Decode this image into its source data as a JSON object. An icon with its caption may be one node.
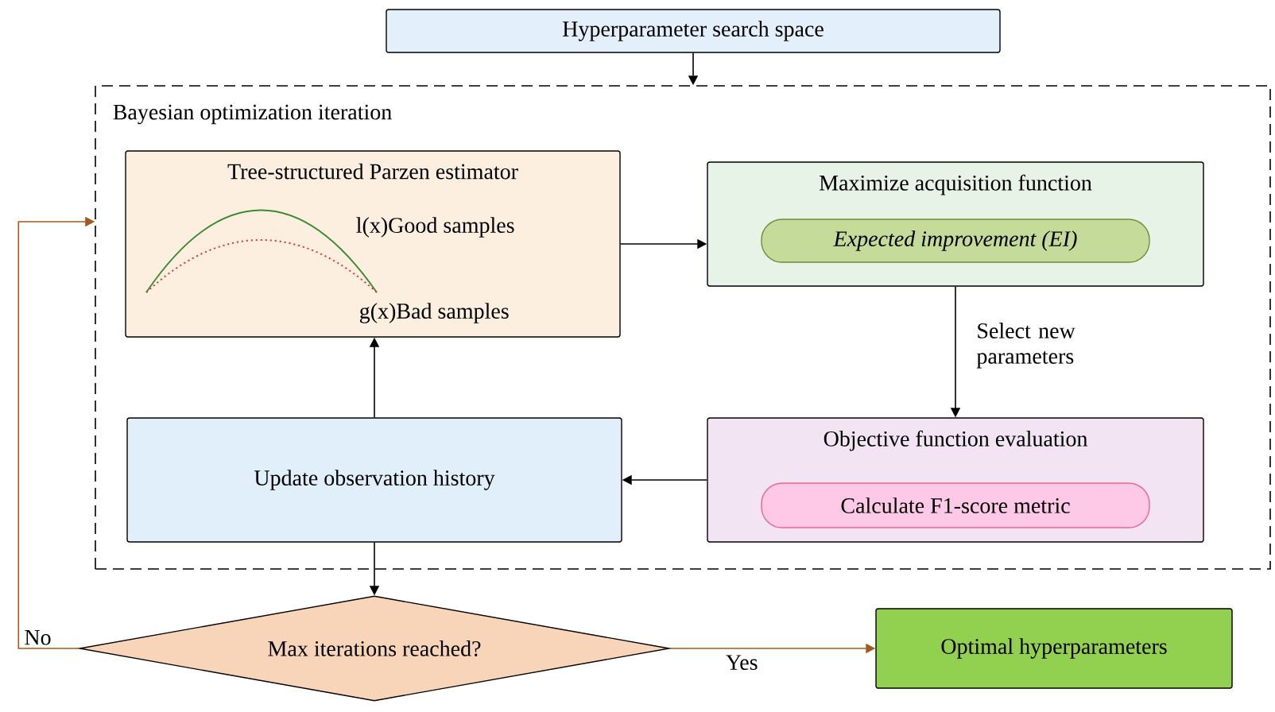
{
  "diagram": {
    "nodes": [
      {
        "text": [
          "Hyperparameter search space"
        ]
      },
      {
        "text": [
          "Bayesian optimization iteration"
        ]
      },
      {
        "text": [
          "Tree-structured Parzen estimator",
          "l(x)Good samples",
          "g(x)Bad samples"
        ],
        "in": 1
      },
      {
        "text": [
          "Maximize acquisition function"
        ],
        "in": 1
      },
      {
        "text": [
          "Expected improvement (EI)"
        ],
        "in": 3
      },
      {
        "text": [
          "Objective function evaluation"
        ],
        "in": 1
      },
      {
        "text": [
          "Calculate F1-score metric"
        ],
        "in": 5
      },
      {
        "text": [
          "Update observation history"
        ],
        "in": 1
      },
      {
        "text": [
          "Max iterations reached?"
        ]
      },
      {
        "text": [
          "Optimal hyperparameters"
        ]
      }
    ],
    "edges": [
      {
        "from": 0,
        "to": 1,
        "arrow": "to"
      },
      {
        "from": 2,
        "to": 3,
        "arrow": "to"
      },
      {
        "from": 3,
        "to": 5,
        "arrow": "to",
        "label": "Select new parameters"
      },
      {
        "from": 5,
        "to": 7,
        "arrow": "to"
      },
      {
        "from": 7,
        "to": 2,
        "arrow": "to"
      },
      {
        "from": 7,
        "to": 8,
        "arrow": "to"
      },
      {
        "from": 8,
        "to": 9,
        "arrow": "to",
        "label": "Yes",
        "color": "#a5581c"
      },
      {
        "from": 8,
        "to": 1,
        "arrow": "to",
        "label": "No",
        "color": "#a5581c"
      }
    ]
  }
}
